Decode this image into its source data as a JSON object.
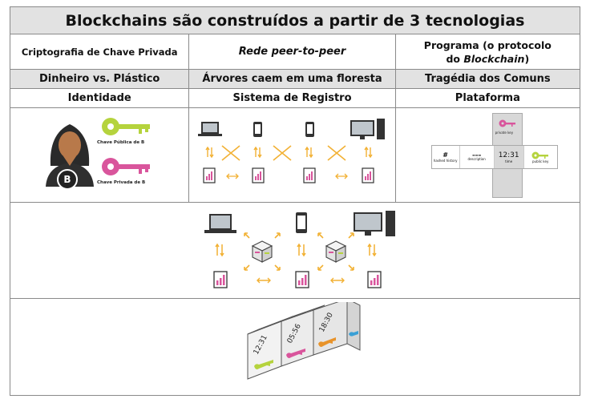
{
  "title": "Blockchains são construídos a partir de 3 tecnologias",
  "columns": [
    {
      "tech": "Criptografia de Chave Privada",
      "analogy": "Dinheiro vs. Plástico",
      "role": "Identidade"
    },
    {
      "tech": "Rede peer-to-peer",
      "analogy": "Árvores caem em uma floresta",
      "role": "Sistema de Registro"
    },
    {
      "tech_prefix": "Programa (o protocolo",
      "tech_line2_prefix": "do ",
      "tech_line2_em": "Blockchain",
      "tech_line2_suffix": ")",
      "analogy": "Tragédia dos Comuns",
      "role": "Plataforma"
    }
  ],
  "identity": {
    "avatar_letter": "B",
    "public_key_label": "Chave Pública de B",
    "private_key_label": "Chave Privada de B"
  },
  "platform": {
    "tile1_symbol": "#",
    "tile1_label": "hashed history",
    "tile2_label": "description",
    "time": "12:31",
    "time_label": "time",
    "public_key_label": "public key",
    "private_key_label": "private key"
  },
  "cubes": {
    "times": [
      "12:31",
      "05:56",
      "18:30"
    ]
  },
  "colors": {
    "green_key": "#b5d33d",
    "pink_key": "#d9559c",
    "orange_key": "#e8932a",
    "blue_key": "#3aa0d6",
    "arrow": "#f2b134",
    "header_bg": "#e2e2e2"
  }
}
